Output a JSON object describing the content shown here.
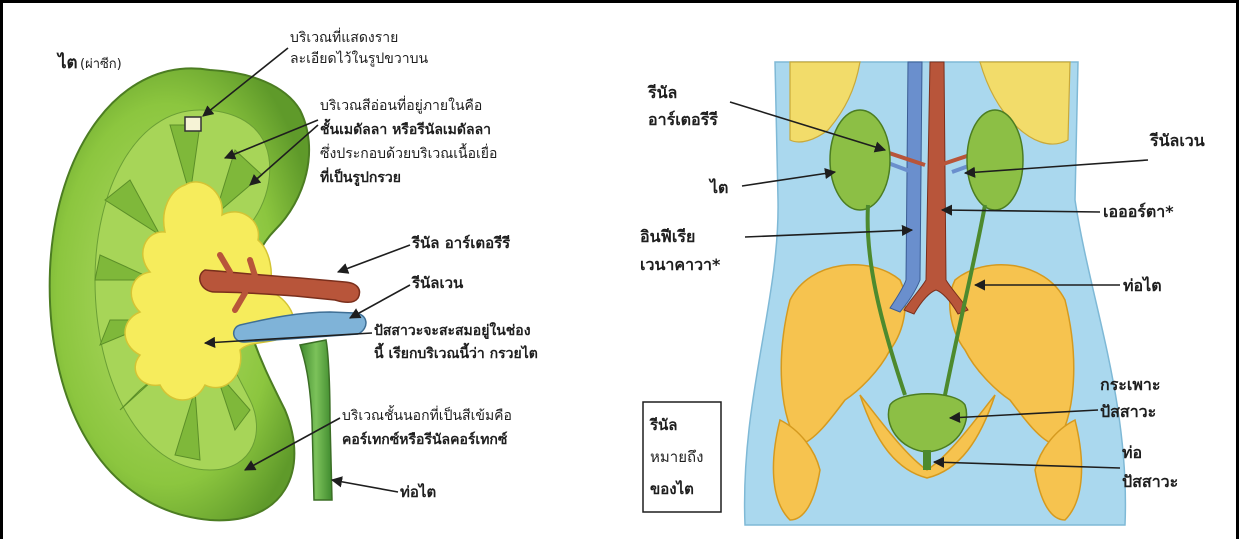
{
  "colors": {
    "kidney_outer": "#8cc63f",
    "kidney_pelvis": "#f6ec5c",
    "artery": "#b8553a",
    "vein": "#7fb3d8",
    "ureter": "#5fa84a",
    "body_bg": "#aad8ee",
    "bone": "#f2c94c",
    "label_text": "#1e1e1e"
  },
  "left_panel": {
    "title_main": "ไต",
    "title_sub": "(ผ่าซีก)",
    "detail_region": [
      "บริเวณที่แสดงราย",
      "ละเอียดไว้ในรูปขวาบน"
    ],
    "medulla": [
      "บริเวณสีอ่อนที่อยู่ภายในคือ",
      "ชั้นเมดัลลา หรือรีนัลเมดัลลา",
      "ซึ่งประกอบด้วยบริเวณเนื้อเยื่อ",
      "ที่เป็นรูปกรวย"
    ],
    "renal_artery": "รีนัล อาร์เตอรีรี",
    "renal_vein": "รีนัลเวน",
    "pelvis": [
      "ปัสสาวะจะสะสมอยู่ในช่อง",
      "นี้ เรียกบริเวณนี้ว่า กรวยไต"
    ],
    "cortex": [
      "บริเวณชั้นนอกที่เป็นสีเข้มคือ",
      "คอร์เทกซ์หรือรีนัลคอร์เทกซ์"
    ],
    "ureter": "ท่อไต"
  },
  "right_panel": {
    "renal_artery": [
      "รีนัล",
      "อาร์เตอรีรี"
    ],
    "renal_vein": "รีนัลเวน",
    "kidney": "ไต",
    "aorta": "เอออร์ตา*",
    "ivc": [
      "อินฟีเรีย",
      "เวนาคาวา*"
    ],
    "ureter": "ท่อไต",
    "bladder": [
      "กระเพาะ",
      "ปัสสาวะ"
    ],
    "urethra": [
      "ท่อ",
      "ปัสสาวะ"
    ],
    "note_box": [
      "รีนัล",
      "หมายถึง",
      "ของไต"
    ]
  }
}
